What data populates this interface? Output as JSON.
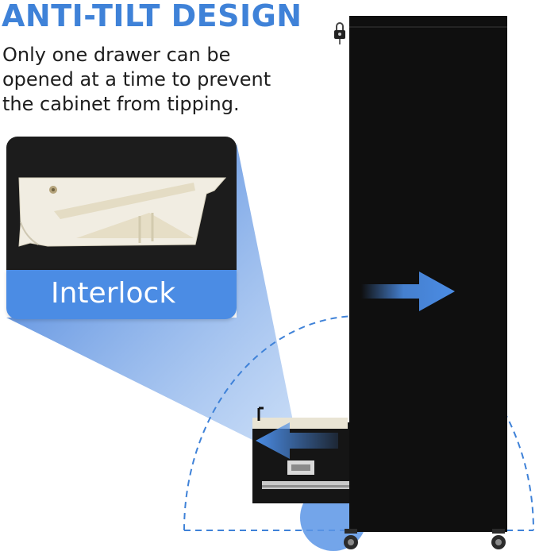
{
  "headline": "ANTI-TILT DESIGN",
  "description": {
    "lines": [
      "Only one drawer can be",
      "opened at a time to prevent",
      "the cabinet from tipping."
    ]
  },
  "callout": {
    "label": "Interlock"
  },
  "colors": {
    "accent": "#3f82d8",
    "label_bg": "#4b8ce4",
    "cabinet": "#0f0f0f",
    "panel": "#1c1c1c",
    "part": "#f1ede2"
  },
  "icons": {
    "drawer_open_arrow": "arrow-left-icon",
    "drawer_closed_arrow": "arrow-right-icon",
    "lock": "lock-icon"
  }
}
